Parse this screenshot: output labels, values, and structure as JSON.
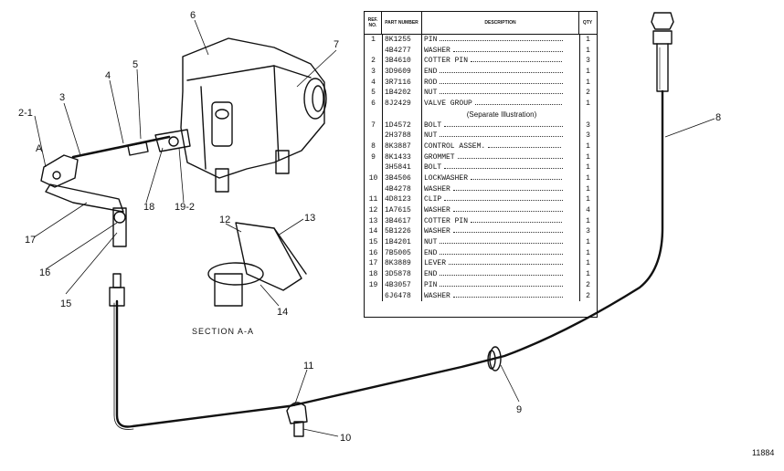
{
  "table": {
    "headers": {
      "ref": "REF. NO.",
      "part": "PART NUMBER",
      "desc": "DESCRIPTION",
      "qty": "QTY"
    },
    "rows": [
      {
        "ref": "1",
        "part": "8K1255",
        "desc": "PIN",
        "qty": "1"
      },
      {
        "ref": "",
        "part": "4B4277",
        "desc": "WASHER",
        "qty": "1"
      },
      {
        "ref": "2",
        "part": "3B4610",
        "desc": "COTTER PIN",
        "qty": "3"
      },
      {
        "ref": "3",
        "part": "3D9609",
        "desc": "END",
        "qty": "1"
      },
      {
        "ref": "4",
        "part": "3R7116",
        "desc": "ROD",
        "qty": "1"
      },
      {
        "ref": "5",
        "part": "1B4202",
        "desc": "NUT",
        "qty": "2"
      },
      {
        "ref": "6",
        "part": "8J2429",
        "desc": "VALVE GROUP",
        "qty": "1"
      },
      {
        "ref": "",
        "part": "",
        "desc": "(Separate Illustration)",
        "qty": "",
        "note": true
      },
      {
        "ref": "7",
        "part": "1D4572",
        "desc": "BOLT",
        "qty": "3"
      },
      {
        "ref": "",
        "part": "2H3788",
        "desc": "NUT",
        "qty": "3"
      },
      {
        "ref": "8",
        "part": "8K3887",
        "desc": "CONTROL ASSEM.",
        "qty": "1"
      },
      {
        "ref": "9",
        "part": "8K1433",
        "desc": "GROMMET",
        "qty": "1"
      },
      {
        "ref": "",
        "part": "3H5841",
        "desc": "BOLT",
        "qty": "1"
      },
      {
        "ref": "10",
        "part": "3B4506",
        "desc": "LOCKWASHER",
        "qty": "1"
      },
      {
        "ref": "",
        "part": "4B4278",
        "desc": "WASHER",
        "qty": "1"
      },
      {
        "ref": "11",
        "part": "4D8123",
        "desc": "CLIP",
        "qty": "1"
      },
      {
        "ref": "12",
        "part": "1A7615",
        "desc": "WASHER",
        "qty": "4"
      },
      {
        "ref": "13",
        "part": "3B4617",
        "desc": "COTTER PIN",
        "qty": "1"
      },
      {
        "ref": "14",
        "part": "5B1226",
        "desc": "WASHER",
        "qty": "3"
      },
      {
        "ref": "15",
        "part": "1B4201",
        "desc": "NUT",
        "qty": "1"
      },
      {
        "ref": "16",
        "part": "7B5005",
        "desc": "END",
        "qty": "1"
      },
      {
        "ref": "17",
        "part": "8K3889",
        "desc": "LEVER",
        "qty": "1"
      },
      {
        "ref": "18",
        "part": "3D5878",
        "desc": "END",
        "qty": "1"
      },
      {
        "ref": "19",
        "part": "4B3057",
        "desc": "PIN",
        "qty": "2"
      },
      {
        "ref": "",
        "part": "6J6478",
        "desc": "WASHER",
        "qty": "2"
      }
    ]
  },
  "callouts": {
    "c2_1": "2-1",
    "c3": "3",
    "c4": "4",
    "c5": "5",
    "c6": "6",
    "c7": "7",
    "c8": "8",
    "c9": "9",
    "c10": "10",
    "c11": "11",
    "c12": "12",
    "c13": "13",
    "c14": "14",
    "c15": "15",
    "c16": "16",
    "c17": "17",
    "c18": "18",
    "c19_2": "19-2",
    "cA": "A"
  },
  "section_label": "SECTION A-A",
  "figure_number": "11884"
}
